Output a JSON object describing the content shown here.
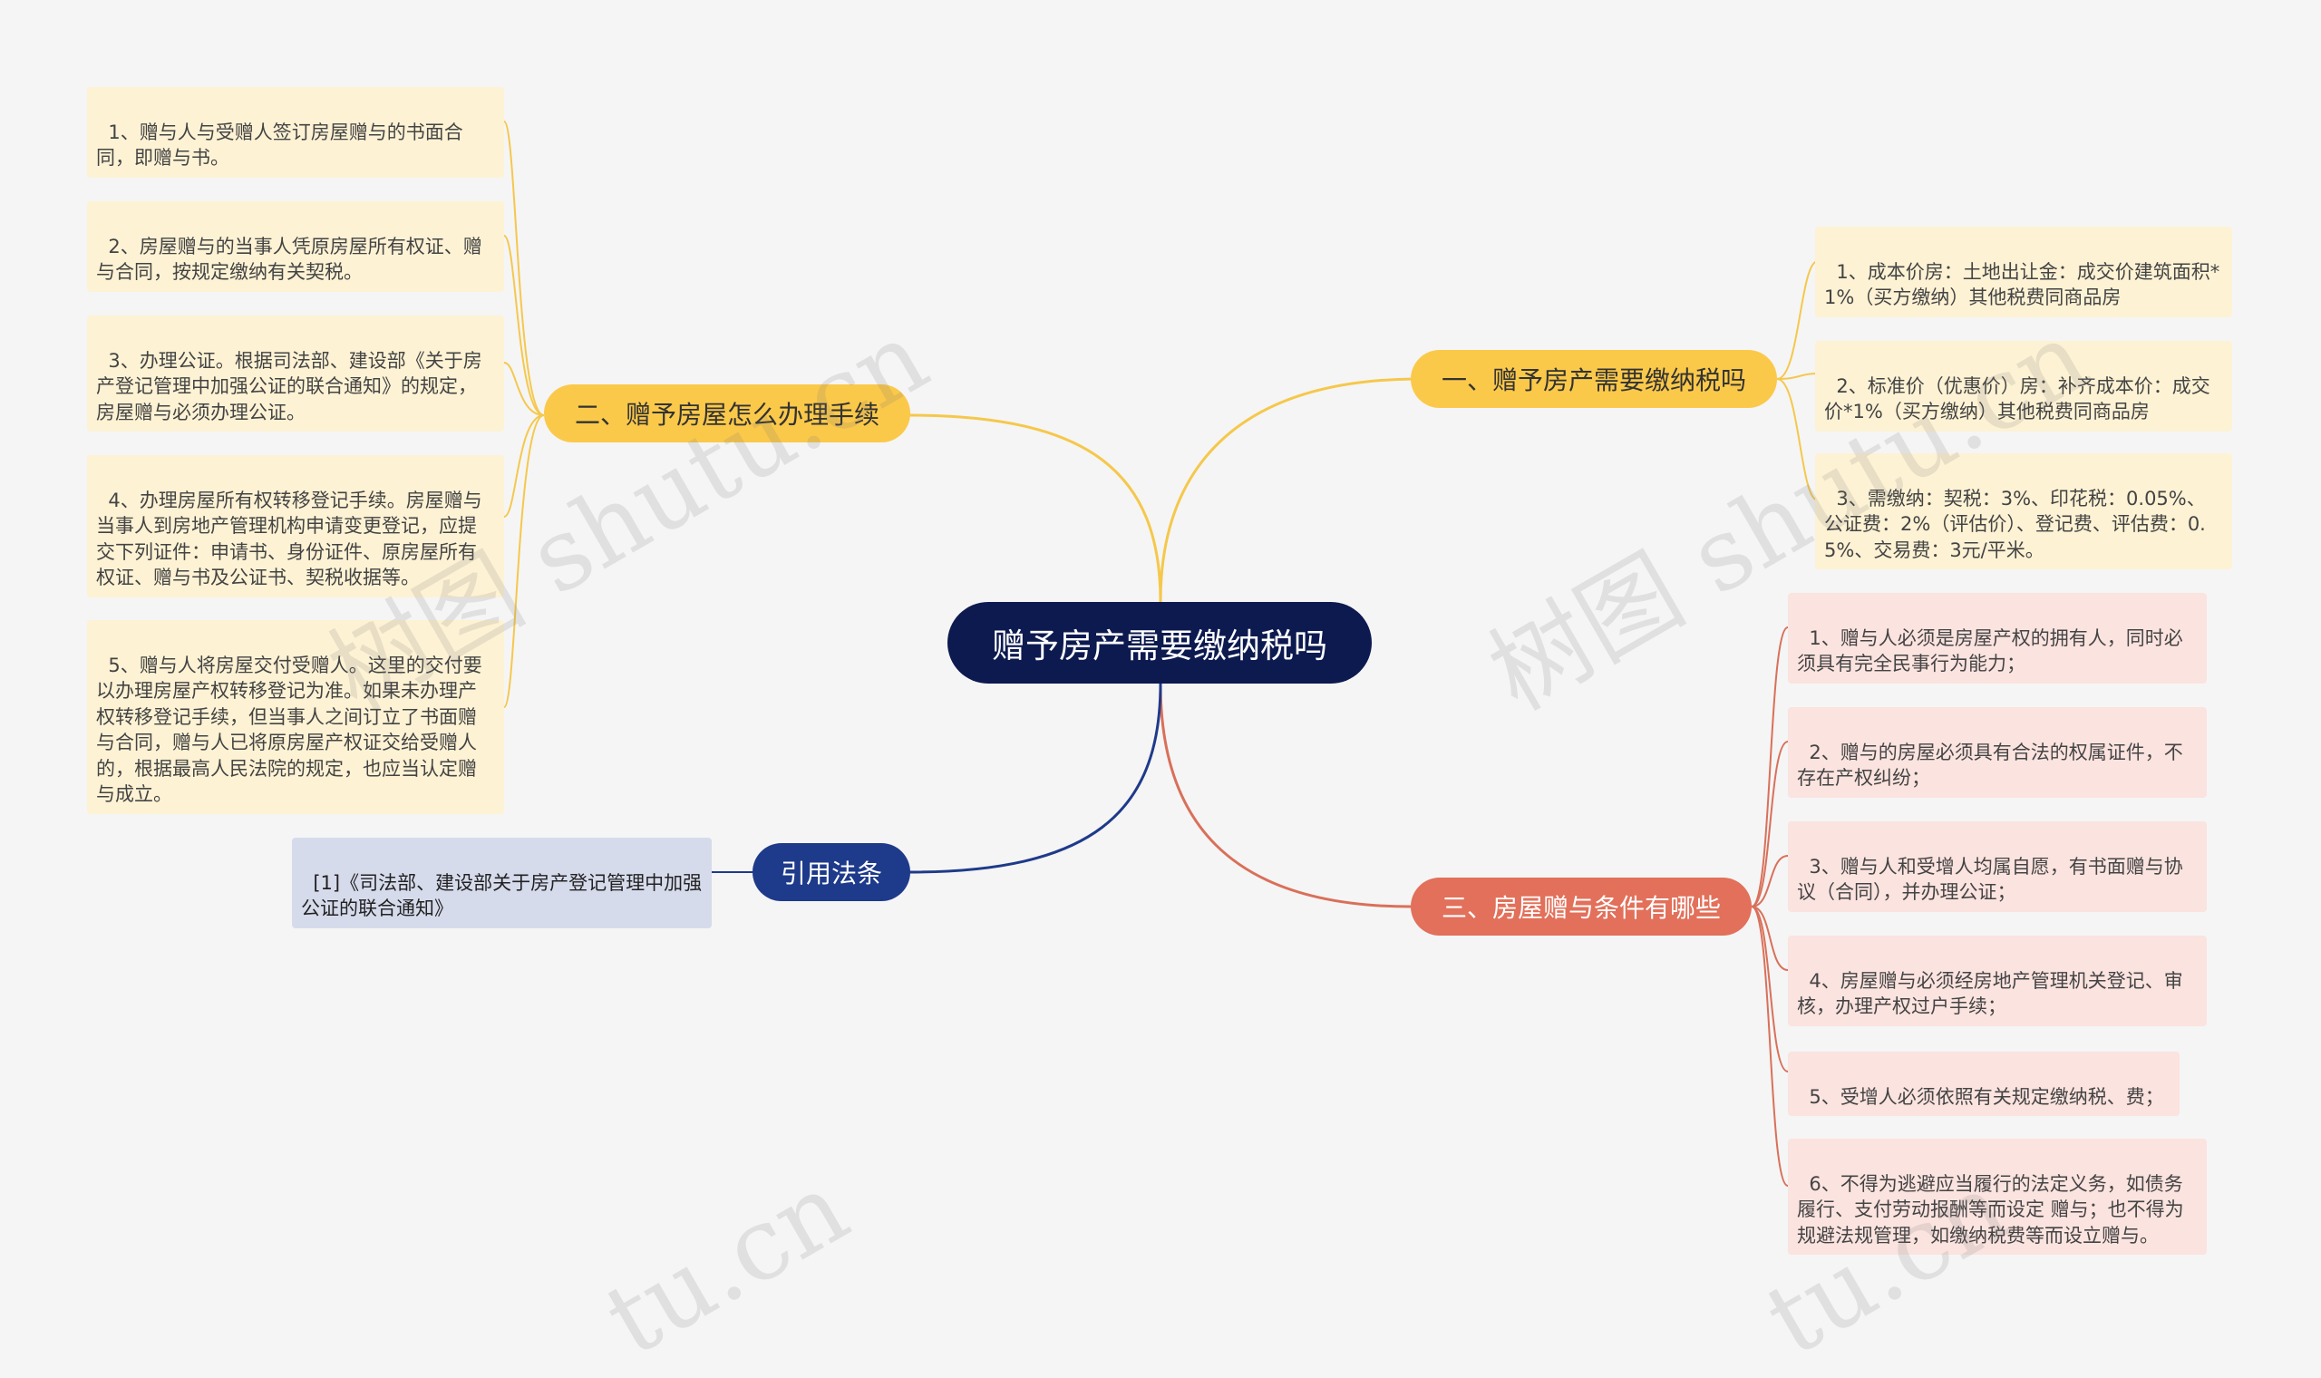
{
  "center": {
    "label": "赠予房产需要缴纳税吗"
  },
  "branches": {
    "tax": {
      "label": "一、赠予房产需要缴纳税吗",
      "items": [
        "1、成本价房：土地出让金：成交价建筑面积*1%（买方缴纳）其他税费同商品房",
        "2、标准价（优惠价）房：补齐成本价：成交价*1%（买方缴纳）其他税费同商品房",
        "3、需缴纳：契税：3%、印花税：0.05%、公证费：2%（评估价）、登记费、评估费：0.5%、交易费：3元/平米。"
      ]
    },
    "procedure": {
      "label": "二、赠予房屋怎么办理手续",
      "items": [
        "1、赠与人与受赠人签订房屋赠与的书面合同，即赠与书。",
        "2、房屋赠与的当事人凭原房屋所有权证、赠与合同，按规定缴纳有关契税。",
        "3、办理公证。根据司法部、建设部《关于房产登记管理中加强公证的联合通知》的规定，房屋赠与必须办理公证。",
        "4、办理房屋所有权转移登记手续。房屋赠与当事人到房地产管理机构申请变更登记，应提交下列证件：申请书、身份证件、原房屋所有权证、赠与书及公证书、契税收据等。",
        "5、赠与人将房屋交付受赠人。这里的交付要以办理房屋产权转移登记为准。如果未办理产权转移登记手续，但当事人之间订立了书面赠与合同，赠与人已将原房屋产权证交给受赠人的，根据最高人民法院的规定，也应当认定赠与成立。"
      ]
    },
    "conditions": {
      "label": "三、房屋赠与条件有哪些",
      "items": [
        "1、赠与人必须是房屋产权的拥有人，同时必须具有完全民事行为能力；",
        "2、赠与的房屋必须具有合法的权属证件，不存在产权纠纷；",
        "3、赠与人和受增人均属自愿，有书面赠与协议（合同），并办理公证；",
        "4、房屋赠与必须经房地产管理机关登记、审核，办理产权过户手续；",
        "5、受增人必须依照有关规定缴纳税、费；",
        "6、不得为逃避应当履行的法定义务，如债务履行、支付劳动报酬等而设定 赠与；也不得为规避法规管理，如缴纳税费等而设立赠与。"
      ]
    },
    "law": {
      "label": "引用法条",
      "items": [
        "[1]《司法部、建设部关于房产登记管理中加强公证的联合通知》"
      ]
    }
  },
  "watermark": {
    "text": "树图 shutu.cn",
    "text_tail": "tu.cn"
  },
  "colors": {
    "center": "#0d1a4f",
    "yellow": "#fbc94a",
    "red": "#e2705a",
    "navy": "#1e3a8a",
    "line_yellow": "#f5c84c",
    "line_red": "#d9705a",
    "line_navy": "#1e3a8a"
  }
}
